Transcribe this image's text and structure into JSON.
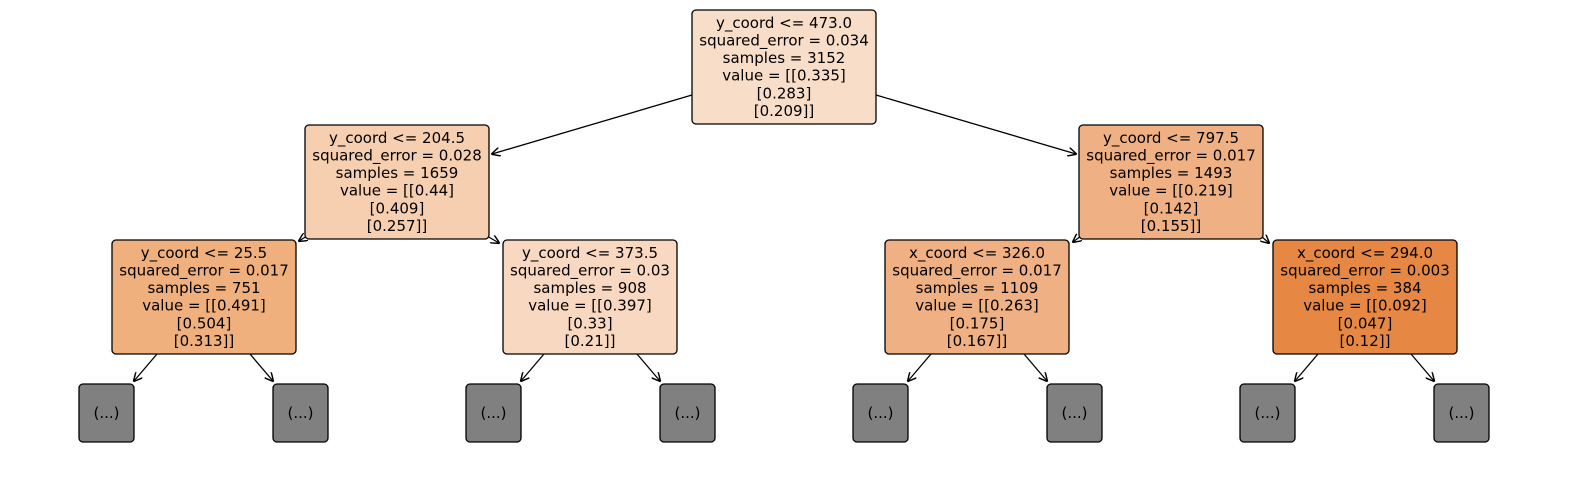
{
  "colors": {
    "edge": "#000000",
    "node_stroke": "#000000",
    "text": "#000000"
  },
  "tree": {
    "nodes": [
      {
        "id": "n0",
        "lines": [
          "y_coord <= 473.0",
          "squared_error = 0.034",
          "samples = 3152",
          "value = [[0.335]",
          "[0.283]",
          "[0.209]]"
        ],
        "fill": "#f8ddc9"
      },
      {
        "id": "n1",
        "lines": [
          "y_coord <= 204.5",
          "squared_error = 0.028",
          "samples = 1659",
          "value = [[0.44]",
          "[0.409]",
          "[0.257]]"
        ],
        "fill": "#f6cfb0"
      },
      {
        "id": "n2",
        "lines": [
          "y_coord <= 797.5",
          "squared_error = 0.017",
          "samples = 1493",
          "value = [[0.219]",
          "[0.142]",
          "[0.155]]"
        ],
        "fill": "#efb083"
      },
      {
        "id": "n3",
        "lines": [
          "y_coord <= 25.5",
          "squared_error = 0.017",
          "samples = 751",
          "value = [[0.491]",
          "[0.504]",
          "[0.313]]"
        ],
        "fill": "#f0b07e"
      },
      {
        "id": "n4",
        "lines": [
          "y_coord <= 373.5",
          "squared_error = 0.03",
          "samples = 908",
          "value = [[0.397]",
          "[0.33]",
          "[0.21]]"
        ],
        "fill": "#f8d8c0"
      },
      {
        "id": "n5",
        "lines": [
          "x_coord <= 326.0",
          "squared_error = 0.017",
          "samples = 1109",
          "value = [[0.263]",
          "[0.175]",
          "[0.167]]"
        ],
        "fill": "#efb083"
      },
      {
        "id": "n6",
        "lines": [
          "x_coord <= 294.0",
          "squared_error = 0.003",
          "samples = 384",
          "value = [[0.092]",
          "[0.047]",
          "[0.12]]"
        ],
        "fill": "#e68844"
      },
      {
        "id": "t1",
        "lines": [
          "(...)"
        ],
        "fill": "#808080"
      },
      {
        "id": "t2",
        "lines": [
          "(...)"
        ],
        "fill": "#808080"
      },
      {
        "id": "t3",
        "lines": [
          "(...)"
        ],
        "fill": "#808080"
      },
      {
        "id": "t4",
        "lines": [
          "(...)"
        ],
        "fill": "#808080"
      },
      {
        "id": "t5",
        "lines": [
          "(...)"
        ],
        "fill": "#808080"
      },
      {
        "id": "t6",
        "lines": [
          "(...)"
        ],
        "fill": "#808080"
      },
      {
        "id": "t7",
        "lines": [
          "(...)"
        ],
        "fill": "#808080"
      },
      {
        "id": "t8",
        "lines": [
          "(...)"
        ],
        "fill": "#808080"
      }
    ],
    "edges": [
      {
        "from": "n0",
        "to": "n1"
      },
      {
        "from": "n0",
        "to": "n2"
      },
      {
        "from": "n1",
        "to": "n3"
      },
      {
        "from": "n1",
        "to": "n4"
      },
      {
        "from": "n2",
        "to": "n5"
      },
      {
        "from": "n2",
        "to": "n6"
      },
      {
        "from": "n3",
        "to": "t1"
      },
      {
        "from": "n3",
        "to": "t2"
      },
      {
        "from": "n4",
        "to": "t3"
      },
      {
        "from": "n4",
        "to": "t4"
      },
      {
        "from": "n5",
        "to": "t5"
      },
      {
        "from": "n5",
        "to": "t6"
      },
      {
        "from": "n6",
        "to": "t7"
      },
      {
        "from": "n6",
        "to": "t8"
      }
    ]
  }
}
